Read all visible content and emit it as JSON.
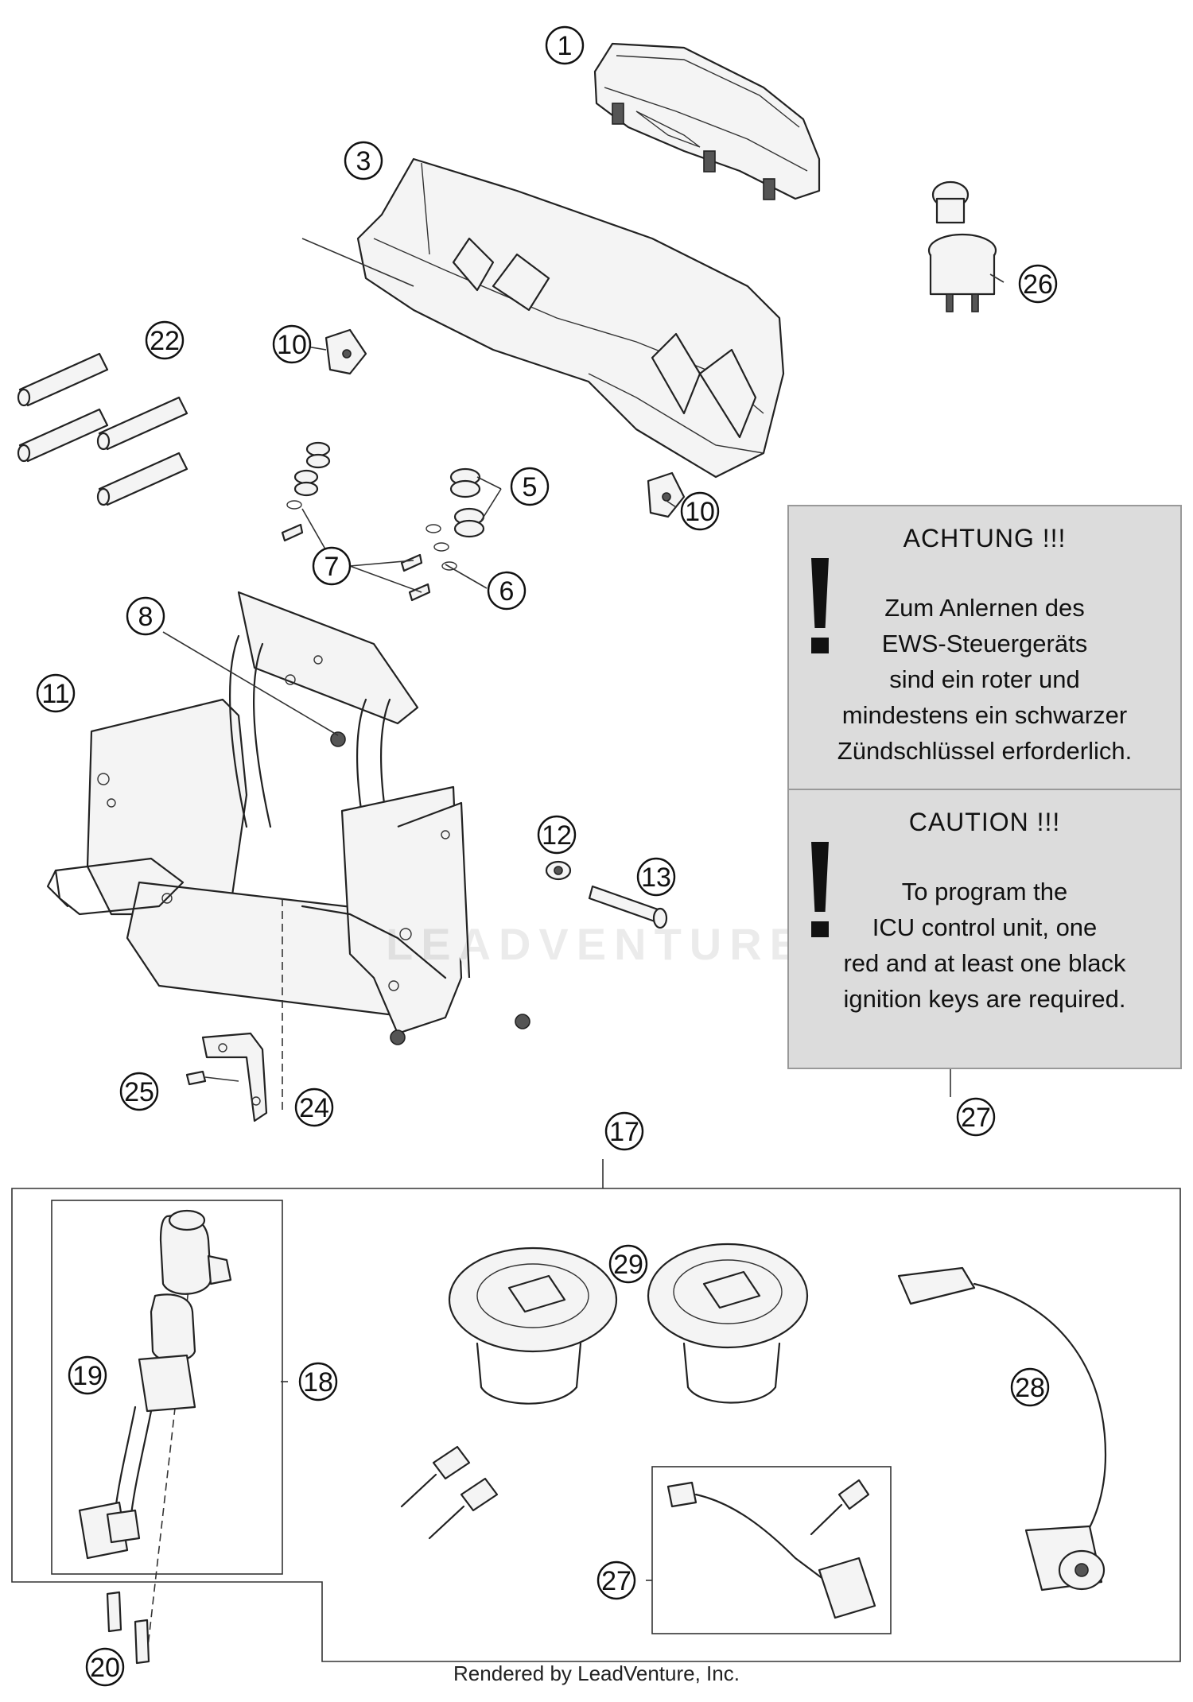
{
  "callouts": [
    {
      "id": "c1",
      "label": "1"
    },
    {
      "id": "c3",
      "label": "3"
    },
    {
      "id": "c26",
      "label": "26"
    },
    {
      "id": "c22",
      "label": "22"
    },
    {
      "id": "c10a",
      "label": "10"
    },
    {
      "id": "c5",
      "label": "5"
    },
    {
      "id": "c10b",
      "label": "10"
    },
    {
      "id": "c7",
      "label": "7"
    },
    {
      "id": "c6",
      "label": "6"
    },
    {
      "id": "c8",
      "label": "8"
    },
    {
      "id": "c11",
      "label": "11"
    },
    {
      "id": "c12",
      "label": "12"
    },
    {
      "id": "c13",
      "label": "13"
    },
    {
      "id": "c25",
      "label": "25"
    },
    {
      "id": "c24",
      "label": "24"
    },
    {
      "id": "c27a",
      "label": "27"
    },
    {
      "id": "c17",
      "label": "17"
    },
    {
      "id": "c29",
      "label": "29"
    },
    {
      "id": "c19",
      "label": "19"
    },
    {
      "id": "c18",
      "label": "18"
    },
    {
      "id": "c28",
      "label": "28"
    },
    {
      "id": "c27b",
      "label": "27"
    },
    {
      "id": "c20",
      "label": "20"
    }
  ],
  "notice": {
    "german": {
      "title": "ACHTUNG !!!",
      "lines": [
        "Zum Anlernen des",
        "EWS-Steuergeräts",
        "sind ein roter und",
        "mindestens ein schwarzer",
        "Zündschlüssel erforderlich."
      ]
    },
    "english": {
      "title": "CAUTION !!!",
      "lines": [
        "To program the",
        "ICU control unit, one",
        "red and at least one black",
        "ignition keys are required."
      ]
    }
  },
  "watermark": "LEADVENTURE",
  "footer": "Rendered by LeadVenture, Inc."
}
